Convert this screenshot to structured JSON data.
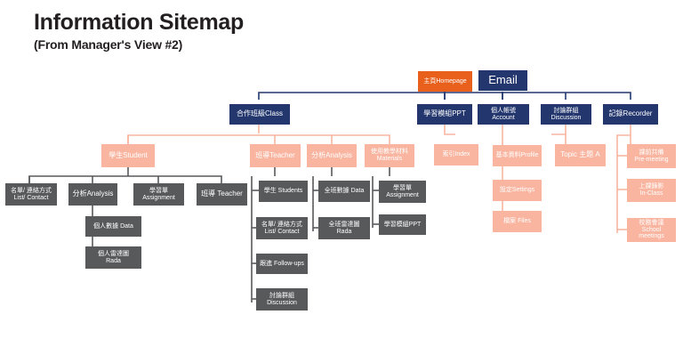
{
  "header": {
    "title": "Information Sitemap",
    "subtitle": "(From Manager's View #2)"
  },
  "colors": {
    "orange": "#e8601c",
    "navy": "#23376e",
    "pink": "#f9b5a0",
    "gray": "#58595b",
    "text_dark": "#231f20",
    "background": "#ffffff"
  },
  "nodes": {
    "homepage": "主頁Homepage",
    "email": "Email",
    "class": "合作班級Class",
    "ppt_module": "學習模組PPT",
    "account": "個人帳號\nAccount",
    "discussion": "討論群組\nDiscussion",
    "recorder": "記錄Recorder",
    "student": "學生Student",
    "teacher": "班導Teacher",
    "analysis": "分析Analysis",
    "materials": "使用教學材料\nMaterials",
    "index": "索引Index",
    "profile": "基本資料Profile",
    "topic_a": "Topic 主題 A",
    "pre_meeting": "課前共備\nPre-meeting",
    "student_list": "名單/ 連絡方式\nList/ Contact",
    "student_analysis": "分析Analysis",
    "student_assignment": "學習單\nAssignment",
    "student_teacher": "班導 Teacher",
    "personal_data": "個人數據 Data",
    "personal_rada": "個人雷達圖\nRada",
    "teacher_students": "學生 Students",
    "teacher_list": "名單/ 連絡方式\nList/ Contact",
    "teacher_followups": "跟進 Follow-ups",
    "teacher_discussion": "討論群組\nDiscussion",
    "class_data": "全班數據 Data",
    "class_rada": "全班雷達圖\nRada",
    "materials_assignment": "學習單\nAssignment",
    "materials_ppt": "學習模組PPT",
    "settings": "設定Settings",
    "files": "檔案 Files",
    "in_class": "上課錄影\nIn-Class",
    "school_meetings": "校務會議 School\nmeetings"
  }
}
